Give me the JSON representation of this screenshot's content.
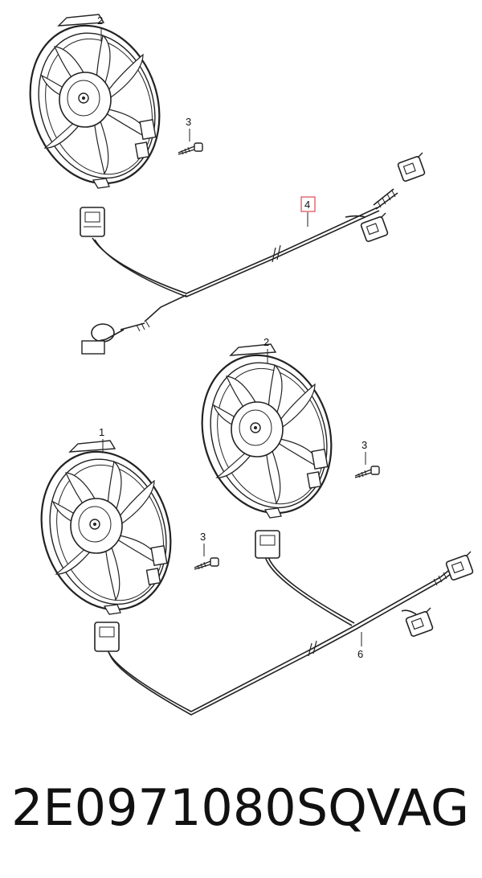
{
  "diagram": {
    "callouts": {
      "top_fan": "2",
      "top_bolt": "3",
      "top_harness": "4",
      "mid_fan": "2",
      "mid_bolt": "3",
      "left_fan": "1",
      "left_bolt": "3",
      "bottom_harness": "6"
    },
    "highlight_color": "#e0606a",
    "line_color": "#222222"
  },
  "footer": {
    "part_number": "2E0971080SQ",
    "brand": "VAG"
  }
}
